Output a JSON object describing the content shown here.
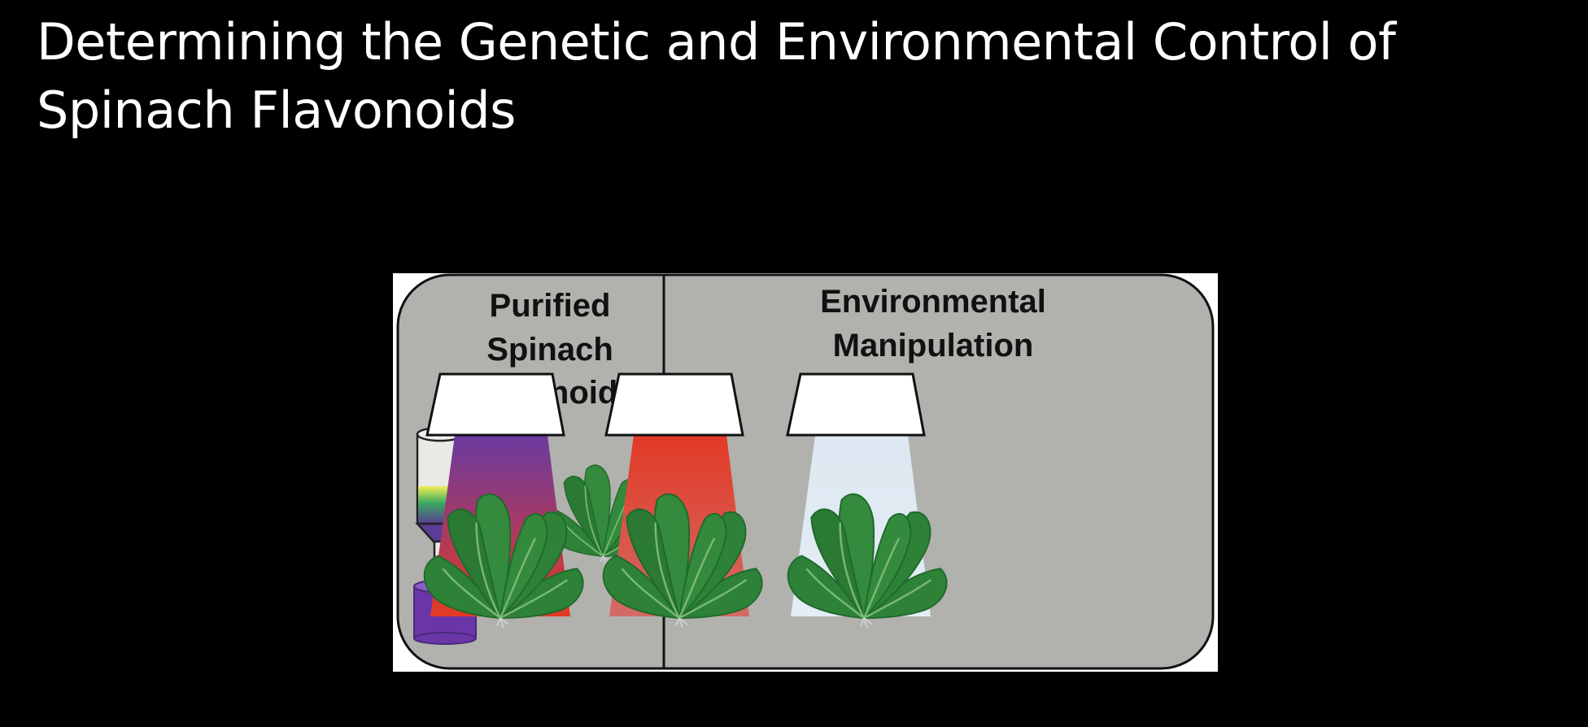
{
  "slide": {
    "title_line1": "Determining the Genetic and Environmental Control of",
    "title_line2": "Spinach Flavonoids",
    "background_color": "#000000",
    "title_color": "#ffffff"
  },
  "figure": {
    "panel_color": "#b1b1ad",
    "left_panel": {
      "heading": [
        "Purified",
        "Spinach",
        "Flavonoids"
      ],
      "column_band_colors": [
        "#f2ee55",
        "#3aa860",
        "#5b3c96"
      ],
      "collected_flavonoid_color": "#6a35a6",
      "arrow_direction": "left"
    },
    "right_panel": {
      "heading": [
        "Environmental",
        "Manipulation"
      ],
      "light_treatments": [
        {
          "name": "purple-red",
          "top_color": "#6a3aa0",
          "bottom_color": "#e43a24"
        },
        {
          "name": "red",
          "top_color": "#e23a26",
          "bottom_color": "#d46a66"
        },
        {
          "name": "white",
          "top_color": "#dde8f2",
          "bottom_color": "#e4ecf4"
        }
      ]
    },
    "plant_colors": [
      "#2e8238",
      "#1f6a2b",
      "#7ab870"
    ]
  }
}
